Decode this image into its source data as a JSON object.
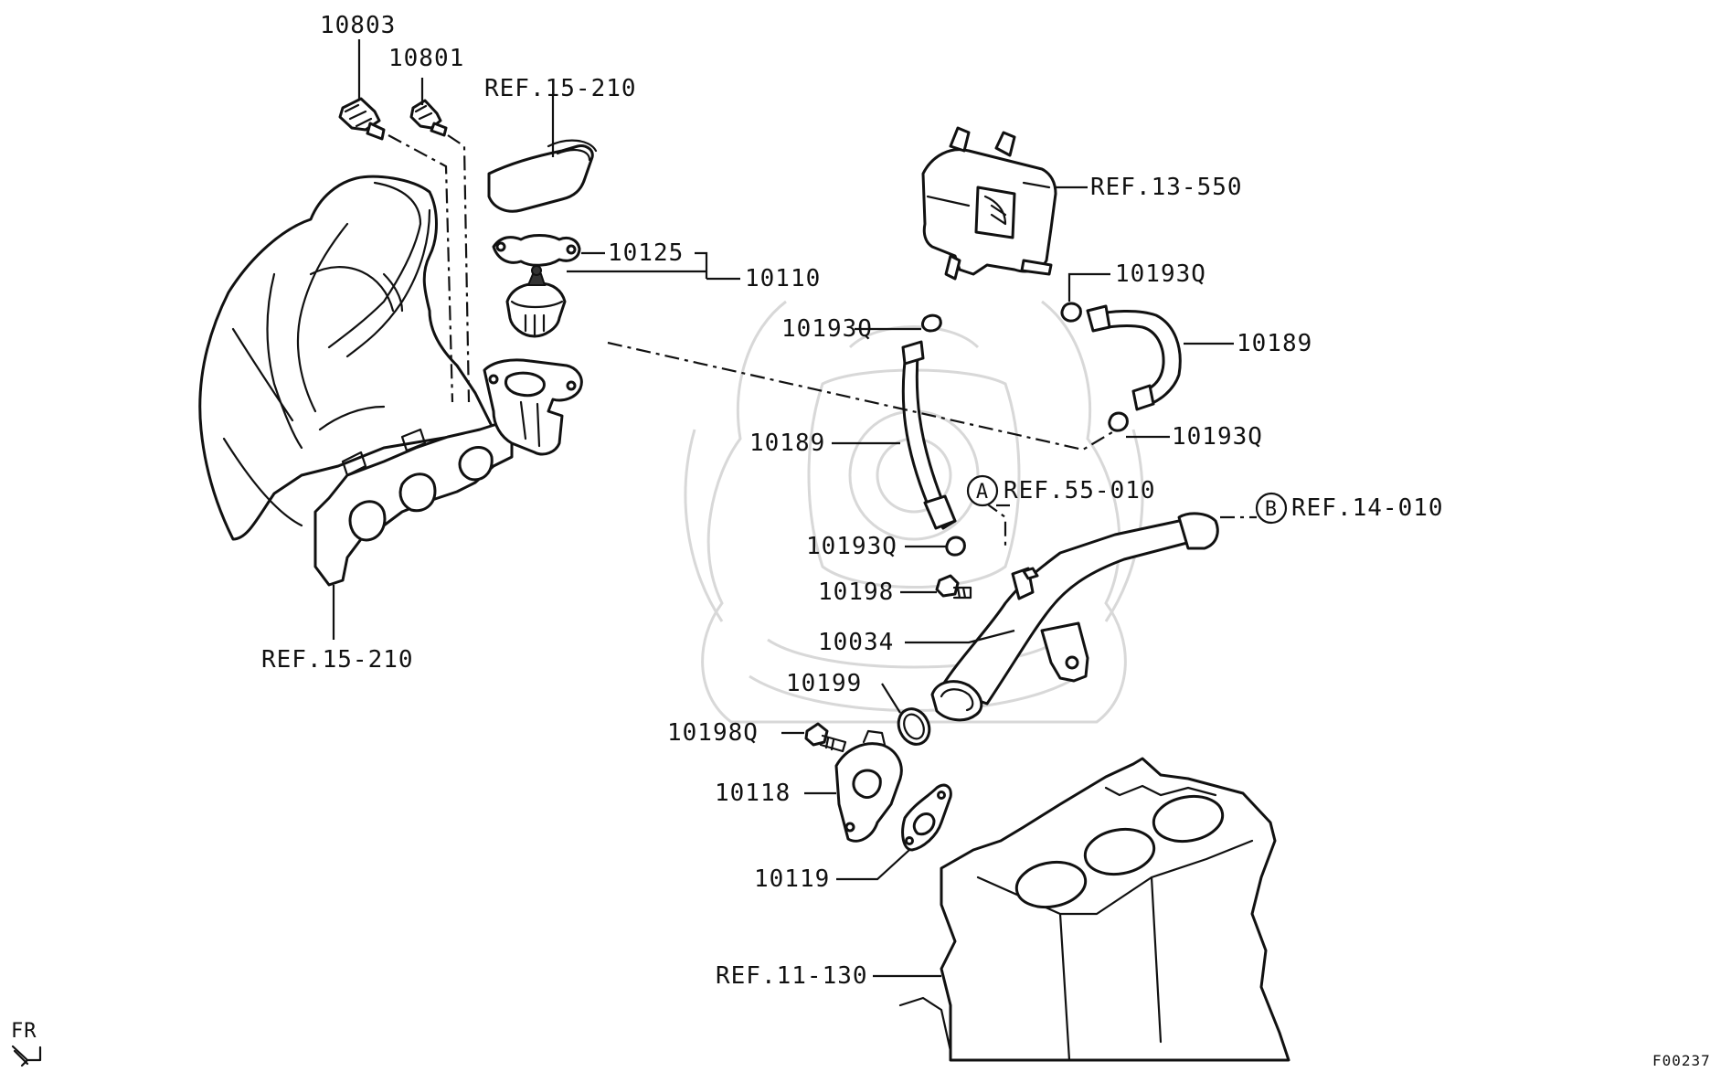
{
  "diagram": {
    "labels": {
      "p10803": "10803",
      "p10801": "10801",
      "ref_15_210_top": "REF.15-210",
      "p10125": "10125",
      "p10110": "10110",
      "ref_13_550": "REF.13-550",
      "p10193q_a": "10193Q",
      "p10193q_b": "10193Q",
      "p10193q_c": "10193Q",
      "p10193q_d": "10193Q",
      "p10189_right": "10189",
      "p10189_left": "10189",
      "ref_55_010": "REF.55-010",
      "ref_14_010": "REF.14-010",
      "p10198": "10198",
      "p10034": "10034",
      "p10199": "10199",
      "p10198q": "10198Q",
      "p10118": "10118",
      "p10119": "10119",
      "ref_11_130": "REF.11-130",
      "ref_15_210_bottom": "REF.15-210",
      "circle_a": "A",
      "circle_b": "B",
      "fr": "FR",
      "figure_code": "F00237"
    }
  }
}
